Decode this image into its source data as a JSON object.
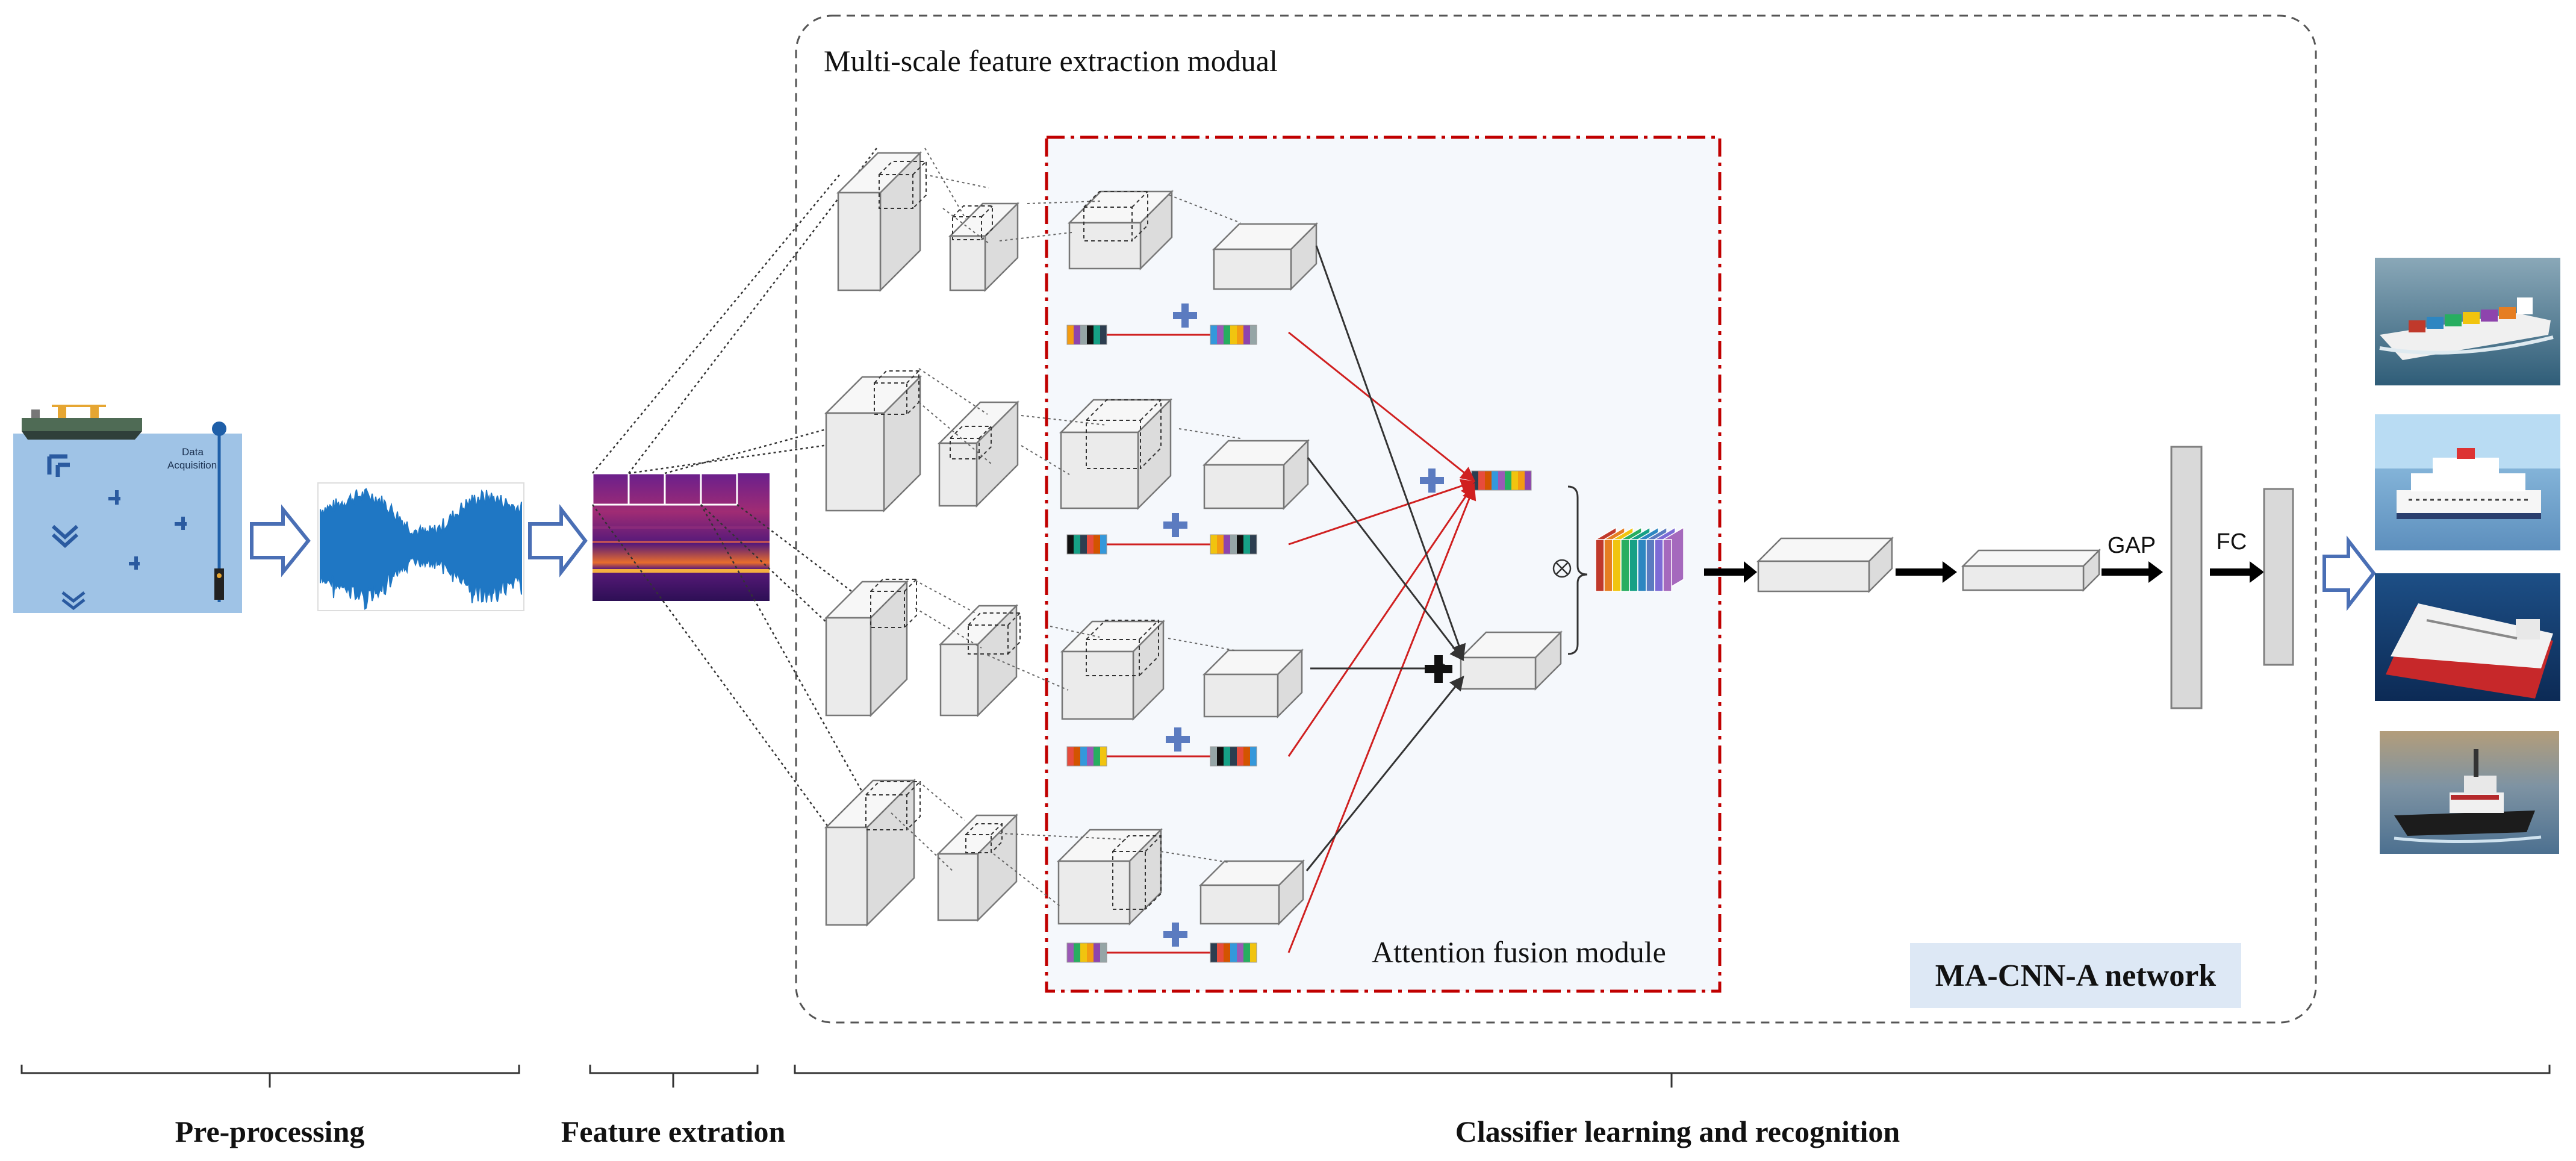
{
  "labels": {
    "multiscale_title": "Multi-scale feature extraction modual",
    "attention_title": "Attention fusion module",
    "network_name": "MA-CNN-A network",
    "data_acquisition_line1": "Data",
    "data_acquisition_line2": "Acquisition",
    "gap": "GAP",
    "fc": "FC"
  },
  "stages": {
    "preprocessing": "Pre-processing",
    "feature_extraction": "Feature extration",
    "classifier": "Classifier learning and recognition"
  },
  "colors": {
    "attention_border": "#c00000",
    "attention_fill": "#f5f8fc",
    "network_badge": "#dde8f5",
    "process_arrow": "#4a6fb5",
    "waveform": "#1f77c4",
    "water": "#9fc3e6",
    "plus_sign": "#5b7bc0",
    "red_arrow": "#d02020"
  },
  "ship_images": [
    "container-ship",
    "passenger-ferry",
    "oil-tanker",
    "tugboat"
  ]
}
